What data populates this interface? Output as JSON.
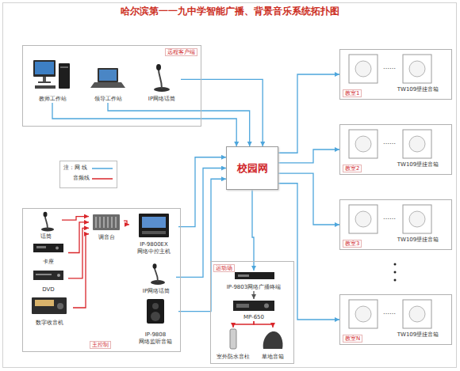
{
  "diagram": {
    "title": "哈尔滨第一一九中学智能广播、背景音乐系统拓扑图",
    "nodes": [
      {
        "text": [
          "远程客户端"
        ]
      },
      {
        "text": [
          "教师工作站"
        ],
        "in": 0
      },
      {
        "text": [
          "领导工作站"
        ],
        "in": 0
      },
      {
        "text": [
          "IP网络话筒"
        ],
        "in": 0
      },
      {
        "text": [
          "校园网"
        ]
      },
      {
        "text": [
          "……",
          "TW109壁挂音箱",
          "教室1"
        ]
      },
      {
        "text": [
          "……",
          "TW109壁挂音箱",
          "教室2"
        ]
      },
      {
        "text": [
          "……",
          "TW109壁挂音箱",
          "教室3"
        ]
      },
      {
        "text": [
          "……",
          "TW109壁挂音箱",
          "教室N"
        ]
      },
      {
        "text": [
          "主控制"
        ]
      },
      {
        "text": [
          "话筒"
        ],
        "in": 9
      },
      {
        "text": [
          "卡座"
        ],
        "in": 9
      },
      {
        "text": [
          "DVD"
        ],
        "in": 9
      },
      {
        "text": [
          "数字收音机"
        ],
        "in": 9
      },
      {
        "text": [
          "调音台"
        ],
        "in": 9
      },
      {
        "text": [
          "IP-9800EX 网络中控主机"
        ],
        "in": 9
      },
      {
        "text": [
          "IP网络话筒"
        ],
        "in": 9
      },
      {
        "text": [
          "IP-9808 网络监听音箱"
        ],
        "in": 9
      },
      {
        "text": [
          "运动场"
        ]
      },
      {
        "text": [
          "IP-9803网络广播终端"
        ],
        "in": 18
      },
      {
        "text": [
          "MP-650"
        ],
        "in": 18
      },
      {
        "text": [
          "室外防水音柱"
        ],
        "in": 18
      },
      {
        "text": [
          "草地音箱"
        ],
        "in": 18
      }
    ],
    "edges": [
      {
        "from": 1,
        "to": 4,
        "arrow": "to"
      },
      {
        "from": 2,
        "to": 4,
        "arrow": "to"
      },
      {
        "from": 3,
        "to": 4,
        "arrow": "to"
      },
      {
        "from": 4,
        "to": 5,
        "arrow": "to"
      },
      {
        "from": 4,
        "to": 6,
        "arrow": "to"
      },
      {
        "from": 4,
        "to": 7,
        "arrow": "to"
      },
      {
        "from": 4,
        "to": 8,
        "arrow": "to"
      },
      {
        "from": 10,
        "to": 14,
        "arrow": "to"
      },
      {
        "from": 11,
        "to": 14,
        "arrow": "to"
      },
      {
        "from": 12,
        "to": 14,
        "arrow": "to"
      },
      {
        "from": 13,
        "to": 14,
        "arrow": "to"
      },
      {
        "from": 14,
        "to": 15,
        "arrow": "to"
      },
      {
        "from": 15,
        "to": 4,
        "arrow": "to"
      },
      {
        "from": 16,
        "to": 4,
        "arrow": "to"
      },
      {
        "from": 17,
        "to": 4,
        "arrow": "to"
      },
      {
        "from": 4,
        "to": 19,
        "arrow": "to"
      },
      {
        "from": 19,
        "to": 20,
        "arrow": "to"
      },
      {
        "from": 20,
        "to": 21,
        "arrow": "to"
      },
      {
        "from": 20,
        "to": 22,
        "arrow": "to"
      }
    ],
    "legend": [
      {
        "text": "注：网 线"
      },
      {
        "text": "音频线"
      }
    ]
  }
}
